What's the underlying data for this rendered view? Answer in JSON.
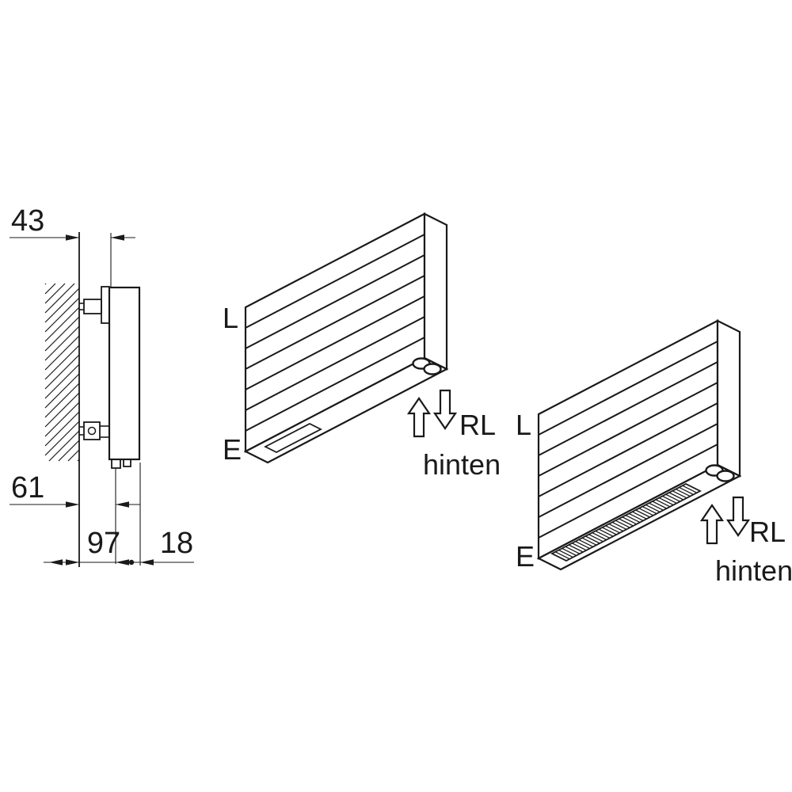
{
  "side_view": {
    "dim_top": "43",
    "dim_mid": "61",
    "dim_bottom_inner": "97",
    "dim_bottom_outer": "18"
  },
  "radiator_iso_top": {
    "label_l": "L",
    "label_e": "E",
    "rl_label": "RL",
    "hinten_label": "hinten"
  },
  "radiator_iso_bottom": {
    "label_l": "L",
    "label_e": "E",
    "rl_label": "RL",
    "hinten_label": "hinten"
  },
  "colors": {
    "line": "#1a1a1a",
    "background": "#ffffff"
  }
}
